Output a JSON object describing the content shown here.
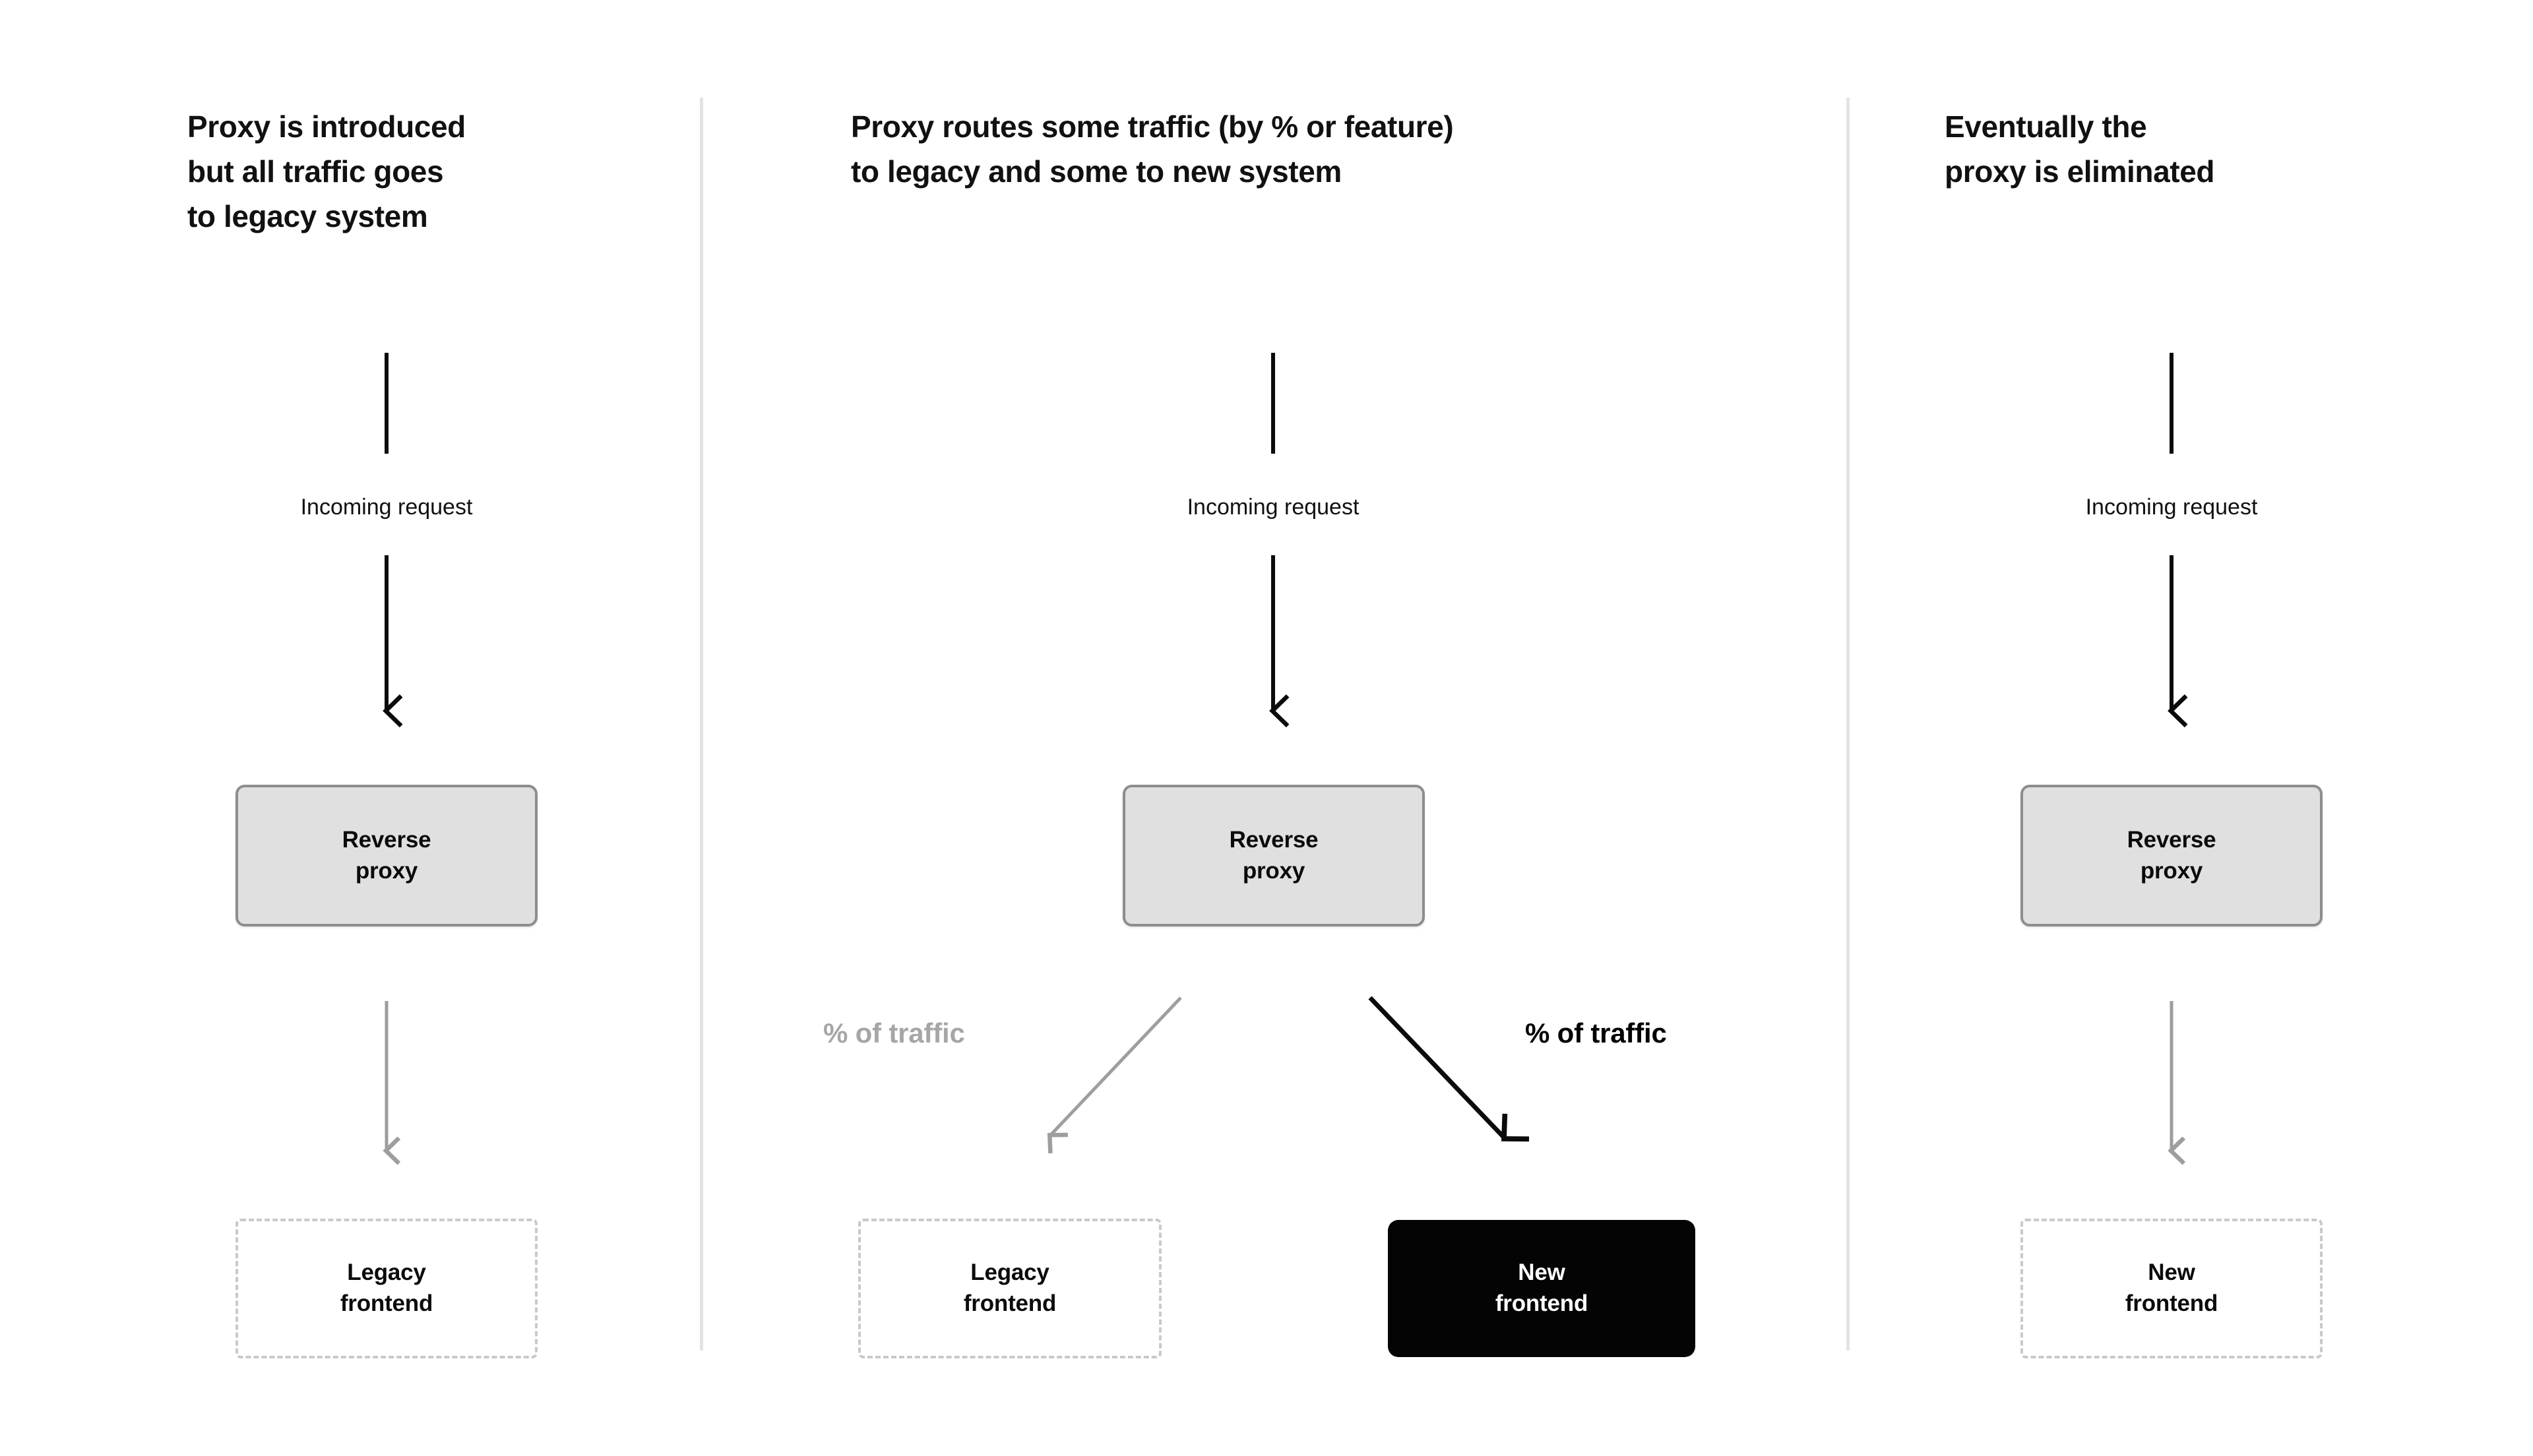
{
  "diagram": {
    "title": "Strangler fig / reverse proxy migration stages",
    "background": "#ffffff",
    "divider_color": "#e3e3e3",
    "colors": {
      "proxy_fill": "#e0e0e0",
      "proxy_border": "#8d8d8d",
      "dashed_border": "#c9c9c9",
      "new_frontend_fill": "#040404",
      "new_frontend_text": "#ffffff",
      "muted_text": "#a6a6a6",
      "strong_text": "#000000",
      "arrow_black": "#0b0b0b",
      "arrow_gray": "#9e9e9e"
    }
  },
  "panels": [
    {
      "id": "panel-1",
      "title": "Proxy is introduced\nbut all traffic goes\nto legacy system",
      "incoming_label": "Incoming request",
      "proxy_label": "Reverse\nproxy",
      "targets": [
        {
          "label": "Legacy\nfrontend",
          "style": "dashed",
          "arrow": "gray"
        }
      ],
      "traffic_labels": []
    },
    {
      "id": "panel-2",
      "title": "Proxy routes some traffic (by % or feature)\nto legacy and some to new system",
      "incoming_label": "Incoming request",
      "proxy_label": "Reverse\nproxy",
      "targets": [
        {
          "label": "Legacy\nfrontend",
          "style": "dashed",
          "arrow": "gray"
        },
        {
          "label": "New\nfrontend",
          "style": "filled",
          "arrow": "black"
        }
      ],
      "traffic_labels": [
        {
          "text": "% of traffic",
          "emphasis": "muted"
        },
        {
          "text": "% of traffic",
          "emphasis": "strong"
        }
      ]
    },
    {
      "id": "panel-3",
      "title": "Eventually the\nproxy is eliminated",
      "incoming_label": "Incoming request",
      "proxy_label": "Reverse\nproxy",
      "targets": [
        {
          "label": "New\nfrontend",
          "style": "dashed",
          "arrow": "gray"
        }
      ],
      "traffic_labels": []
    }
  ]
}
